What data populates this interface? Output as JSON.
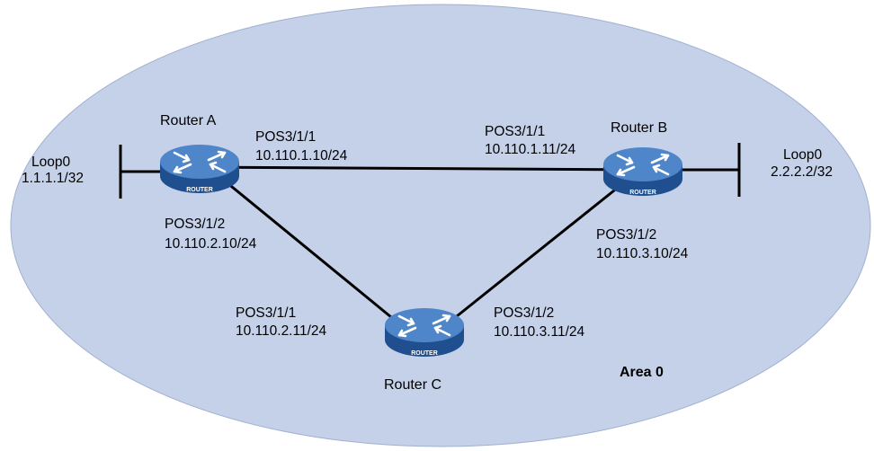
{
  "colors": {
    "area_fill": "#c4d1e9",
    "area_stroke": "#9fb0d0",
    "link": "#000000",
    "router_top": "#4e86c9",
    "router_side": "#1f4f8f",
    "router_arrow": "#ffffff"
  },
  "area": {
    "label": "Area 0"
  },
  "routers": {
    "a": {
      "name": "Router A",
      "badge": "ROUTER",
      "icon": "router-icon"
    },
    "b": {
      "name": "Router B",
      "badge": "ROUTER",
      "icon": "router-icon"
    },
    "c": {
      "name": "Router C",
      "badge": "ROUTER",
      "icon": "router-icon"
    }
  },
  "loopbacks": {
    "a": {
      "name": "Loop0",
      "ip": "1.1.1.1/32"
    },
    "b": {
      "name": "Loop0",
      "ip": "2.2.2.2/32"
    }
  },
  "links": {
    "a_b": {
      "a_iface": "POS3/1/1",
      "a_ip": "10.110.1.10/24",
      "b_iface": "POS3/1/1",
      "b_ip": "10.110.1.11/24"
    },
    "a_c": {
      "a_iface": "POS3/1/2",
      "a_ip": "10.110.2.10/24",
      "c_iface": "POS3/1/1",
      "c_ip": "10.110.2.11/24"
    },
    "b_c": {
      "b_iface": "POS3/1/2",
      "b_ip": "10.110.3.10/24",
      "c_iface": "POS3/1/2",
      "c_ip": "10.110.3.11/24"
    }
  }
}
